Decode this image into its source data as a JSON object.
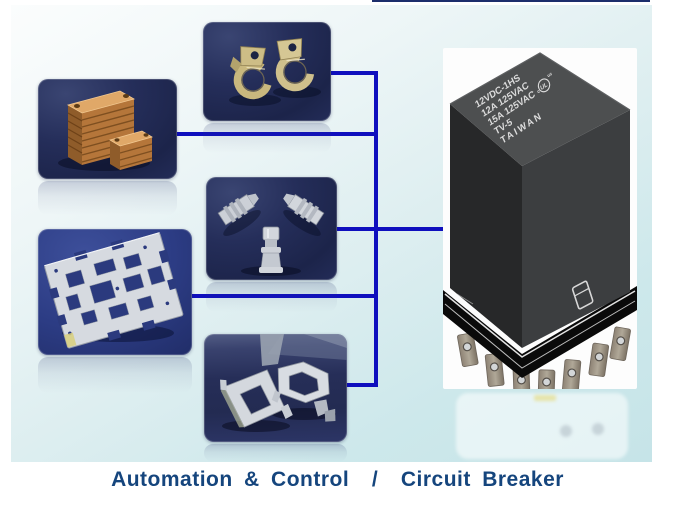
{
  "caption": "Automation & Control  /  Circuit Breaker",
  "relay_label": {
    "line1": "12VDC-1HS",
    "line2": "12A 125VAC",
    "line3": "15A 125VAC",
    "ul_c": "c",
    "ul_mark": "UL",
    "ul_us": "us",
    "line4": "TV-5",
    "line5": "TAIWAN"
  },
  "photos": [
    {
      "name": "clamp-rings-photo"
    },
    {
      "name": "copper-lamination-stacks-photo"
    },
    {
      "name": "metal-terminals-photo"
    },
    {
      "name": "stamped-leadframe-plate-photo"
    },
    {
      "name": "metal-brackets-photo"
    },
    {
      "name": "relay-product-photo"
    }
  ],
  "colors": {
    "connector_line": "#0f0fbe",
    "caption_text": "#15457d",
    "panel_top": "#fbfdfd",
    "panel_bottom": "#c6e4e8",
    "photo_navy": "#252e5a",
    "photo_blue": "#2c3c84",
    "relay_body": "#3c3e40",
    "relay_base": "#0a0a0a",
    "copper": "#c98e4e",
    "silver": "#d4d8de",
    "brass": "#c9b87e"
  }
}
